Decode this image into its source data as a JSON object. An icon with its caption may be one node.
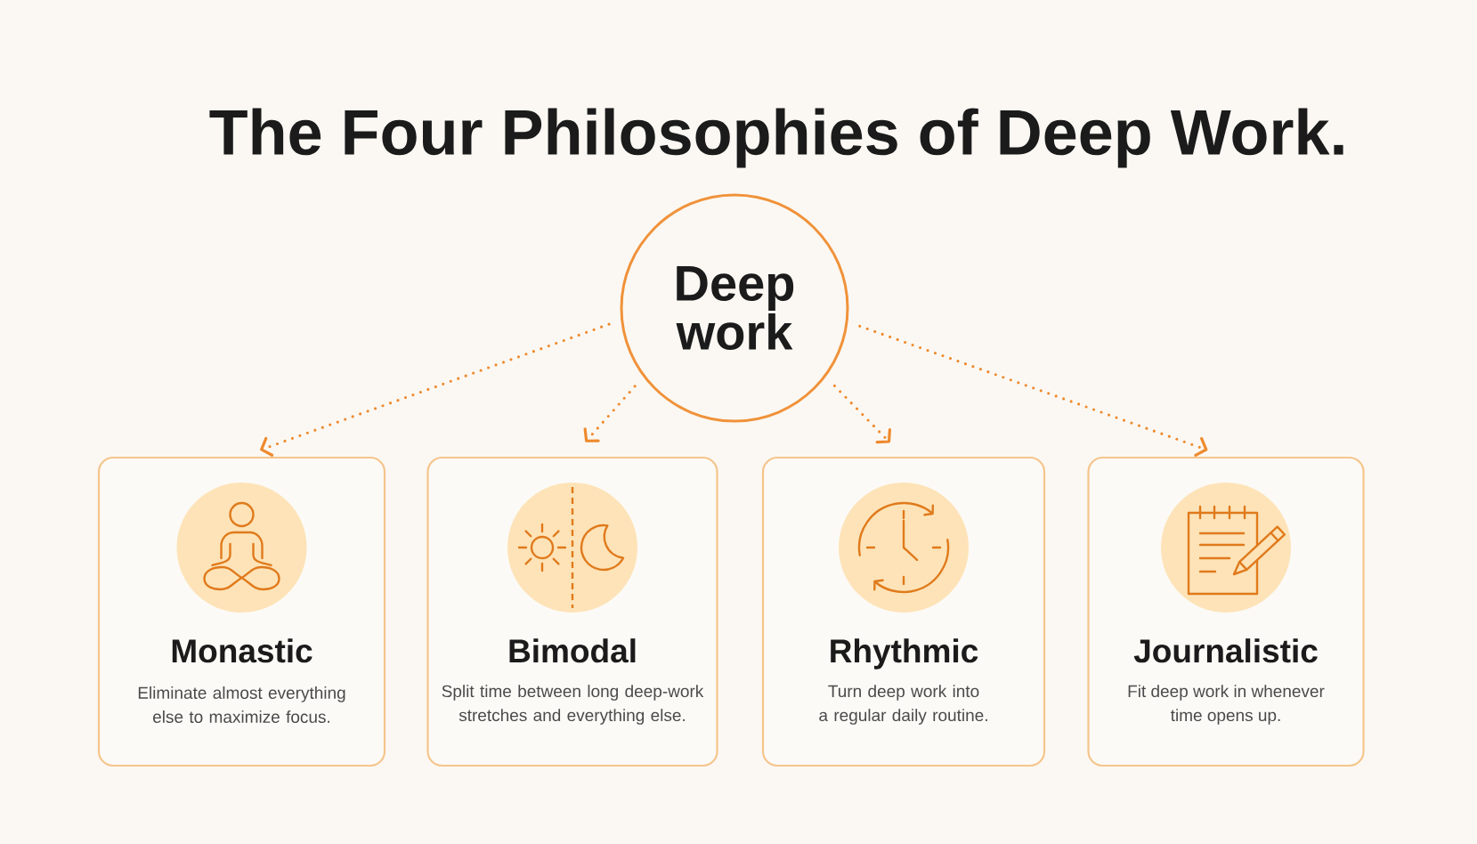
{
  "diagram": {
    "title": "The Four Philosophies of Deep Work.",
    "nodes": [
      {
        "text": [
          "Deep work"
        ]
      },
      {
        "text": [
          "Monastic",
          "Eliminate almost everything else to maximize focus."
        ]
      },
      {
        "text": [
          "Bimodal",
          "Split time between long deep-work stretches and everything else."
        ]
      },
      {
        "text": [
          "Rhythmic",
          "Turn deep work into a regular daily routine."
        ]
      },
      {
        "text": [
          "Journalistic",
          "Fit deep work in whenever time opens up."
        ]
      }
    ],
    "edges": [
      {
        "from": 0,
        "to": 1,
        "arrow": "to"
      },
      {
        "from": 0,
        "to": 2,
        "arrow": "to"
      },
      {
        "from": 0,
        "to": 3,
        "arrow": "to"
      },
      {
        "from": 0,
        "to": 4,
        "arrow": "to"
      }
    ]
  }
}
